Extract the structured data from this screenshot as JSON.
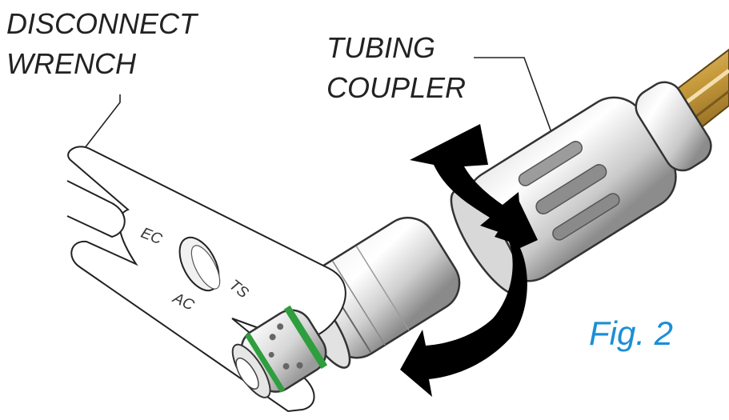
{
  "labels": {
    "wrench_line1": "DISCONNECT",
    "wrench_line2": "WRENCH",
    "coupler_line1": "TUBING",
    "coupler_line2": "COUPLER",
    "figure": "Fig. 2"
  },
  "wrench_markings": {
    "ec": "EC",
    "ts": "TS",
    "ac": "AC"
  },
  "colors": {
    "figure_label": "#1a8fd6",
    "o_ring": "#2e9e3e",
    "tubing": "#c89b3c",
    "arrow": "#000000"
  }
}
